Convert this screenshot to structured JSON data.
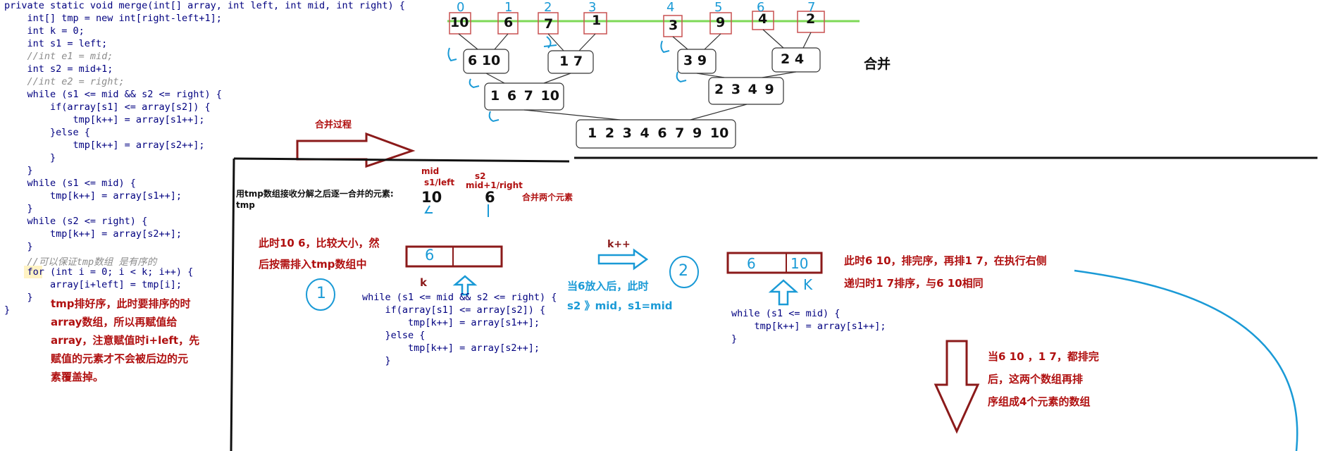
{
  "code": {
    "lines": [
      "private static void merge(int[] array, int left, int mid, int right) {",
      "    int[] tmp = new int[right-left+1];",
      "    int k = 0;",
      "    int s1 = left;",
      "    //int e1 = mid;",
      "    int s2 = mid+1;",
      "    //int e2 = right;",
      "    while (s1 <= mid && s2 <= right) {",
      "        if(array[s1] <= array[s2]) {",
      "            tmp[k++] = array[s1++];",
      "        }else {",
      "            tmp[k++] = array[s2++];",
      "        }",
      "    }",
      "    while (s1 <= mid) {",
      "        tmp[k++] = array[s1++];",
      "    }",
      "    while (s2 <= right) {",
      "        tmp[k++] = array[s2++];",
      "    }",
      "    //可以保证tmp数组 是有序的",
      "    for (int i = 0; i < k; i++) {",
      "        array[i+left] = tmp[i];",
      "    }",
      "}"
    ],
    "note": [
      "tmp排好序，此时要排序的时",
      "array数组，所以再赋值给",
      "array，注意赋值时i+left，先",
      "赋值的元素才不会被后边的元",
      "素覆盖掉。"
    ]
  },
  "tree": {
    "leaves": [
      "10",
      "6",
      "7",
      "1",
      "3",
      "9",
      "4",
      "2"
    ],
    "indices": [
      "0",
      "1",
      "2",
      "3",
      "4",
      "5",
      "6",
      "7"
    ],
    "pairs": [
      "6 10",
      "1 7",
      "3 9",
      "2 4"
    ],
    "quads": [
      "1 6 7 10",
      "2 3 4 9"
    ],
    "root": "1 2 3 4 6 7 9 10",
    "label": "合并"
  },
  "process": {
    "arrow_label": "合并过程",
    "tmp_label_1": "用tmp数组接收分解之后逐一合并的元素:",
    "tmp_label_2": "tmp",
    "mid_label": "mid",
    "s1_label": "s1/left",
    "s2_label": "s2",
    "s2_sub": "mid+1/right",
    "val_left": "10",
    "val_right": "6",
    "merge_two": "合并两个元素",
    "compare_note_1": "此时10  6，比较大小，然",
    "compare_note_2": "后按需排入tmp数组中",
    "box1_value": "6",
    "k_label": "k",
    "kpp_label": "k++",
    "step1": "1",
    "step2": "2",
    "after_note_1": "当6放入后，此时",
    "after_note_2": "s2 》mid，s1=mid",
    "box2_values": [
      "6",
      "10"
    ],
    "k_hand": "K",
    "right_note_1": "此时6 10，排完序，再排1  7，在执行右侧",
    "right_note_2": "递归时1 7排序，与6 10相同",
    "code1": [
      "while (s1 <= mid && s2 <= right) {",
      "    if(array[s1] <= array[s2]) {",
      "        tmp[k++] = array[s1++];",
      "    }else {",
      "        tmp[k++] = array[s2++];",
      "    }"
    ],
    "code2": [
      "while (s1 <= mid) {",
      "    tmp[k++] = array[s1++];",
      "}"
    ],
    "down_note": [
      "当6 10 ，1 7，都排完",
      "后，这两个数组再排",
      "序组成4个元素的数组"
    ]
  }
}
